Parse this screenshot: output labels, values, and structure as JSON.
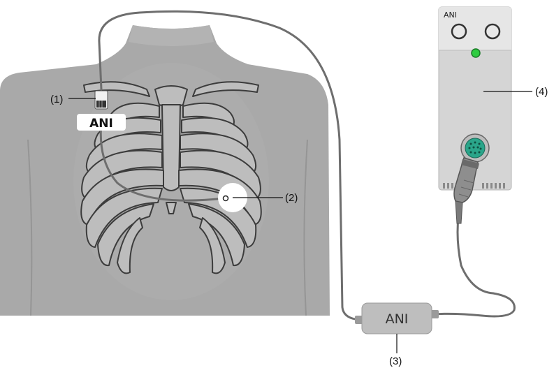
{
  "callouts": {
    "sensor": "(1)",
    "electrode": "(2)",
    "cable_box": "(3)",
    "module": "(4)"
  },
  "labels": {
    "sensor_badge": "ANI",
    "module_label": "ANI",
    "cable_box_label": "ANI"
  },
  "colors": {
    "body": "#a9a9a9",
    "body_shade": "#9a9a9a",
    "skeleton_fill": "#bdbdbd",
    "skeleton_line": "#3c3c3c",
    "cable": "#6e6e6e",
    "module_body": "#d5d5d5",
    "module_top": "#e6e6e6",
    "indicator": "#2ecc40",
    "connector": "#2aa58a"
  }
}
